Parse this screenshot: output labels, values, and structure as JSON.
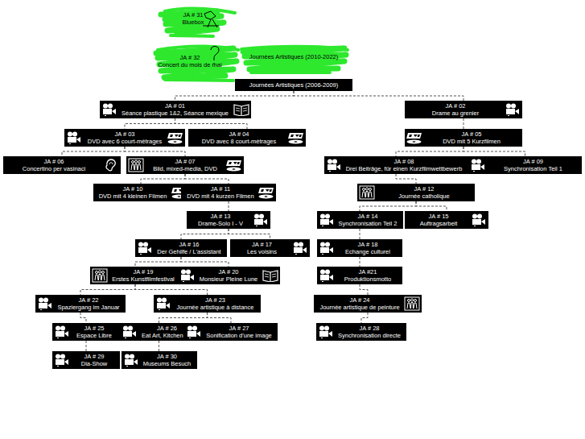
{
  "diagram": {
    "nodes": [
      {
        "text": [
          "JA # 31",
          "Bluebox"
        ]
      },
      {
        "text": [
          "JA # 32",
          "Concert du mois de mai"
        ]
      },
      {
        "text": [
          "Journées Artistiques (2010-2022)"
        ]
      },
      {
        "text": [
          "Journées Artistiques (2006-2009)"
        ]
      },
      {
        "text": [
          "JA # 01",
          "Séance plastique 1&2, Séance mexique"
        ]
      },
      {
        "text": [
          "JA # 02",
          "Drame au grenier"
        ]
      },
      {
        "text": [
          "JA # 03",
          "DVD avec 6 court-métrages"
        ]
      },
      {
        "text": [
          "JA # 04",
          "DVD avec 8 court-métrages"
        ]
      },
      {
        "text": [
          "JA # 05",
          "DVD mit 5 Kurzfilmen"
        ]
      },
      {
        "text": [
          "JA # 06",
          "Concertino per vasinaci"
        ]
      },
      {
        "text": [
          "JA # 07",
          "Bild, mixed-media, DVD"
        ]
      },
      {
        "text": [
          "JA # 08",
          "Drei Beiträge, für einen Kurzfilmwettbewerb"
        ]
      },
      {
        "text": [
          "JA # 09",
          "Synchronisation Teil 1"
        ]
      },
      {
        "text": [
          "JA # 10",
          "DVD mit 4 kleinen Filmen"
        ]
      },
      {
        "text": [
          "JA # 11",
          "DVD mit 4 kurzen Filmen"
        ]
      },
      {
        "text": [
          "JA # 12",
          "Journée catholique"
        ]
      },
      {
        "text": [
          "JA # 13",
          "Drame-Solo I - V"
        ]
      },
      {
        "text": [
          "JA # 14",
          "Synchronisation Teil 2"
        ]
      },
      {
        "text": [
          "JA # 15",
          "Auftragsarbeit"
        ]
      },
      {
        "text": [
          "JA # 16",
          "Der Gehilfe / L'assistant"
        ]
      },
      {
        "text": [
          "JA # 17",
          "Les voisins"
        ]
      },
      {
        "text": [
          "JA # 18",
          "Echange culturel"
        ]
      },
      {
        "text": [
          "JA # 19",
          "Erstes Kunstfilmfestival"
        ]
      },
      {
        "text": [
          "JA # 20",
          "Monsieur Pleine Lune"
        ]
      },
      {
        "text": [
          "JA #21",
          "Produktionsmotto"
        ]
      },
      {
        "text": [
          "JA # 22",
          "Spaziergang im Januar"
        ]
      },
      {
        "text": [
          "JA # 23",
          "Journée artistique à distance"
        ]
      },
      {
        "text": [
          "JA # 24",
          "Journée artistique de peinture"
        ]
      },
      {
        "text": [
          "JA # 25",
          "Espace Libre"
        ]
      },
      {
        "text": [
          "JA # 26",
          "Eat Art, Kitchen Art"
        ]
      },
      {
        "text": [
          "JA # 27",
          "Sonification d'une image"
        ]
      },
      {
        "text": [
          "JA # 28",
          "Synchronisation directe"
        ]
      },
      {
        "text": [
          "JA # 29",
          "Dia-Show"
        ]
      },
      {
        "text": [
          "JA # 30",
          "Museums Besuch"
        ]
      }
    ],
    "edges": [
      {
        "from": 3,
        "to": 4,
        "arrow": "none"
      },
      {
        "from": 3,
        "to": 5,
        "arrow": "none"
      },
      {
        "from": 4,
        "to": 6,
        "arrow": "none"
      },
      {
        "from": 4,
        "to": 7,
        "arrow": "none"
      },
      {
        "from": 5,
        "to": 8,
        "arrow": "none"
      },
      {
        "from": 6,
        "to": 9,
        "arrow": "none"
      },
      {
        "from": 6,
        "to": 10,
        "arrow": "none"
      },
      {
        "from": 8,
        "to": 11,
        "arrow": "none"
      },
      {
        "from": 8,
        "to": 12,
        "arrow": "none"
      },
      {
        "from": 10,
        "to": 13,
        "arrow": "none"
      },
      {
        "from": 10,
        "to": 14,
        "arrow": "none"
      },
      {
        "from": 11,
        "to": 15,
        "arrow": "none"
      },
      {
        "from": 14,
        "to": 16,
        "arrow": "none"
      },
      {
        "from": 15,
        "to": 17,
        "arrow": "none"
      },
      {
        "from": 15,
        "to": 18,
        "arrow": "none"
      },
      {
        "from": 16,
        "to": 19,
        "arrow": "none"
      },
      {
        "from": 16,
        "to": 20,
        "arrow": "none"
      },
      {
        "from": 17,
        "to": 21,
        "arrow": "none"
      },
      {
        "from": 19,
        "to": 22,
        "arrow": "none"
      },
      {
        "from": 19,
        "to": 23,
        "arrow": "none"
      },
      {
        "from": 21,
        "to": 24,
        "arrow": "none"
      },
      {
        "from": 22,
        "to": 25,
        "arrow": "none"
      },
      {
        "from": 22,
        "to": 26,
        "arrow": "none"
      },
      {
        "from": 24,
        "to": 27,
        "arrow": "none"
      },
      {
        "from": 25,
        "to": 28,
        "arrow": "none"
      },
      {
        "from": 26,
        "to": 29,
        "arrow": "none"
      },
      {
        "from": 26,
        "to": 30,
        "arrow": "none"
      },
      {
        "from": 27,
        "to": 31,
        "arrow": "none"
      },
      {
        "from": 28,
        "to": 32,
        "arrow": "none"
      },
      {
        "from": 29,
        "to": 33,
        "arrow": "none"
      }
    ]
  }
}
